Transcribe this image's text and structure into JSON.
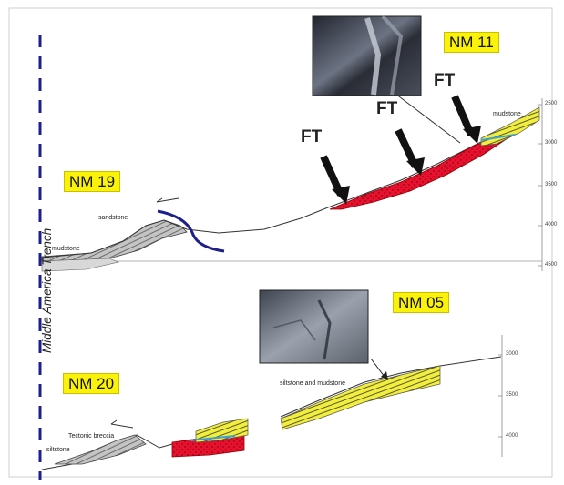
{
  "trench_label": "Middle America Trench",
  "upper_panel": {
    "site_left": "NM 19",
    "site_right": "NM 11",
    "fault_marker": "FT",
    "labels": {
      "sandstone": "sandstone",
      "mudstone_left": "mudstone",
      "mudstone_right": "mudstone"
    },
    "depth_ticks": [
      "2500",
      "3000",
      "3500",
      "4000",
      "4500"
    ]
  },
  "lower_panel": {
    "site_left": "NM 20",
    "site_right": "NM 05",
    "labels": {
      "siltstone_mudstone": "siltstone and mudstone",
      "breccia": "Tectonic breccia",
      "siltstone": "siltstone"
    },
    "depth_ticks": [
      "3000",
      "3500",
      "4000"
    ]
  },
  "colors": {
    "tag_fill": "#fbf20a",
    "fault_zone": "#e8112d",
    "siltstone_unit": "#f2ee3c",
    "fault_line": "#1c1f8c",
    "dashed_trench": "#1c1f8c"
  }
}
